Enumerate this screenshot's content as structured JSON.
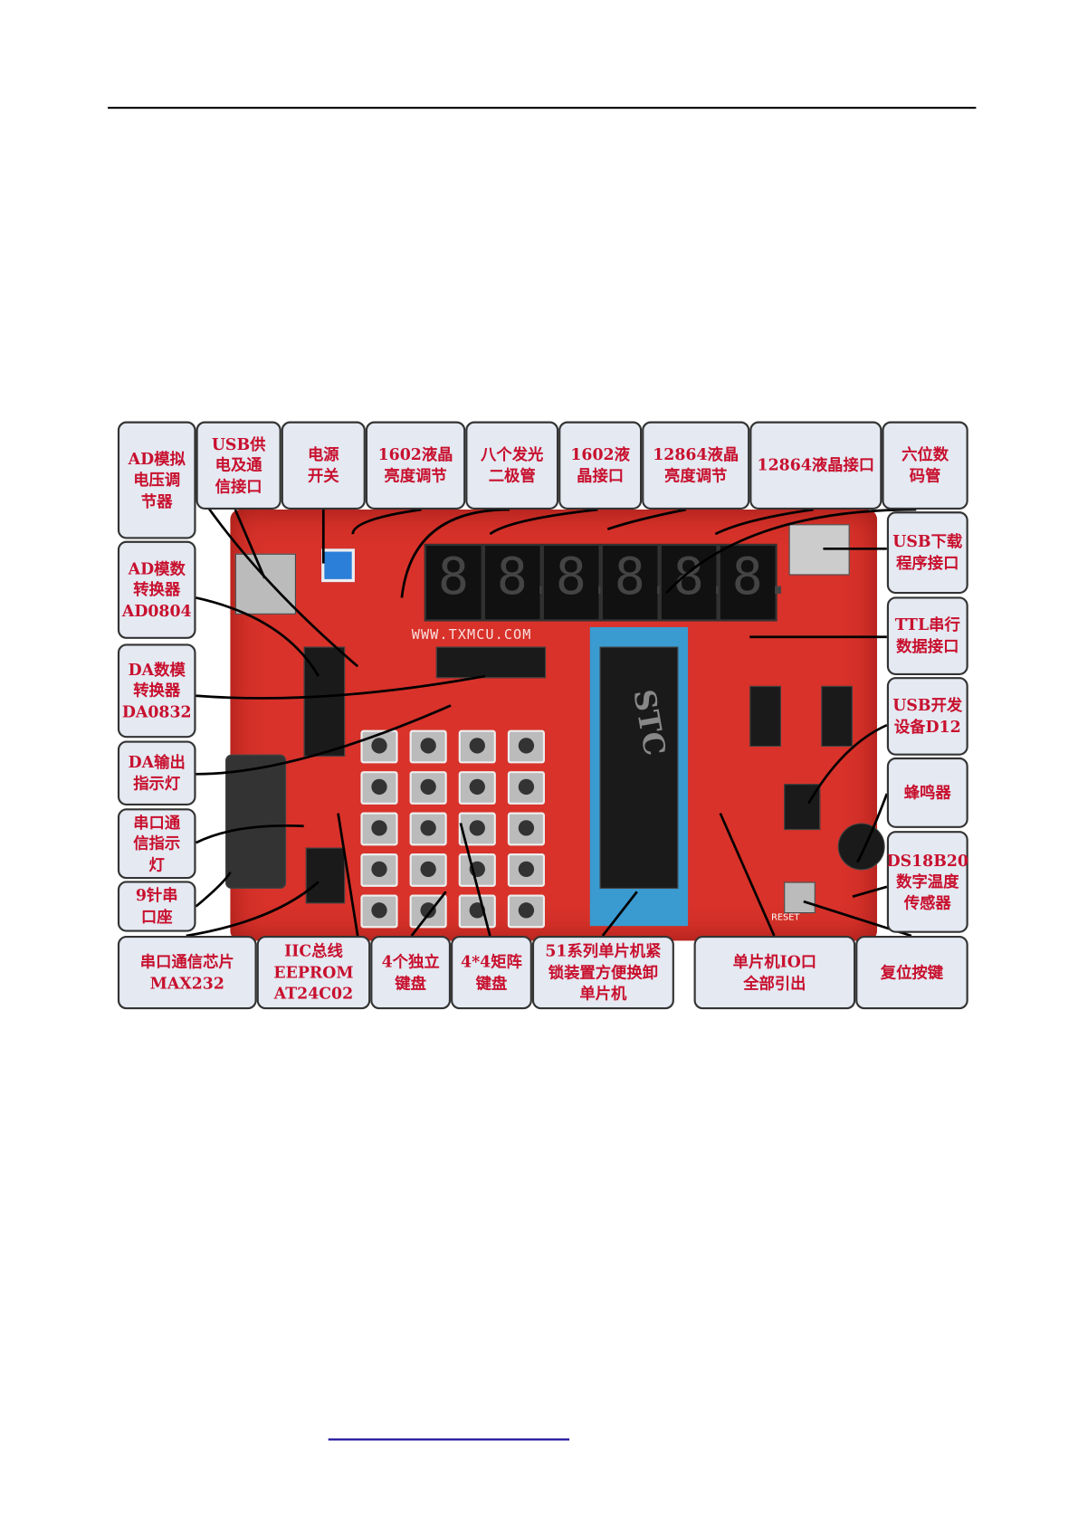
{
  "board_image": {
    "watermark": "WWW.TXMCU.COM",
    "mcu_brand": "STC",
    "reset_silk": "RESET",
    "seven_segment_digits": [
      "8",
      "8.",
      "8.",
      "8.",
      "8.",
      "8."
    ],
    "labels": {
      "top": [
        "AD模拟\n电压调\n节器",
        "USB供\n电及通\n信接口",
        "电源\n开关",
        "1602液晶\n亮度调节",
        "八个发光\n二极管",
        "1602液\n晶接口",
        "12864液晶\n亮度调节",
        "12864液晶接口",
        "六位数\n码管"
      ],
      "left": [
        "AD模数\n转换器\nAD0804",
        "DA数模\n转换器\nDA0832",
        "DA输出\n指示灯",
        "串口通\n信指示\n灯",
        "9针串\n口座"
      ],
      "right": [
        "USB下载\n程序接口",
        "TTL串行\n数据接口",
        "USB开发\n设备D12",
        "蜂鸣器",
        "DS18B20\n数字温度\n传感器"
      ],
      "bottom": [
        "串口通信芯片\nMAX232",
        "IIC总线\nEEPROM\nAT24C02",
        "4个独立\n键盘",
        "4*4矩阵\n键盘",
        "51系列单片机紧\n锁装置方便换卸\n单片机",
        "单片机IO口\n全部引出",
        "复位按键"
      ]
    },
    "colors": {
      "label_text": "#c8102e",
      "label_bg": "#e4e9f2",
      "board": "#d8322a",
      "socket": "#3a9bd0",
      "link": "#1a0d99"
    }
  }
}
